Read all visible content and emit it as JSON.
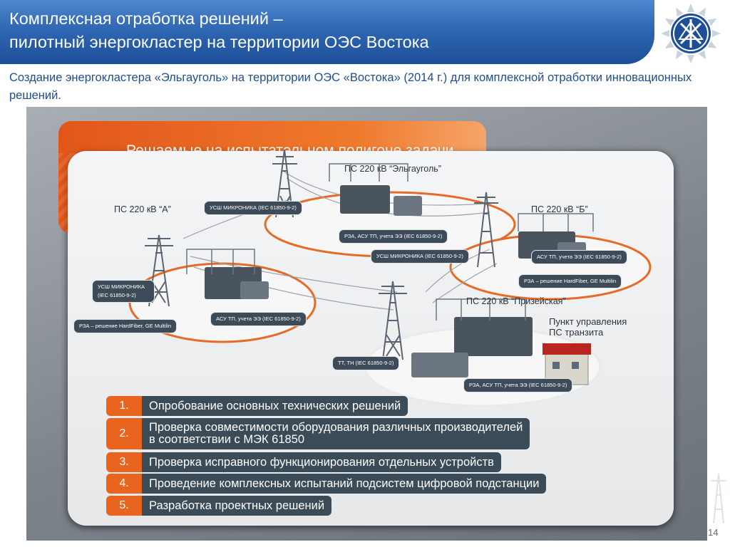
{
  "header": {
    "title_line1": "Комплексная отработка решений –",
    "title_line2": "пилотный энергокластер на территории ОЭС Востока"
  },
  "subtitle": "Создание энергокластера «Эльгауголь» на территории ОЭС «Востока» (2014 г.) для комплексной отработки инновационных решений.",
  "figure": {
    "banner_title": "Решаемые на испытательном полигоне задачи",
    "stations": {
      "elgaugol": "ПС 220 кВ “Эльгауголь”",
      "a": "ПС 220 кВ “А”",
      "b": "ПС 220 кВ “Б”",
      "prizeiskaya": "ПС 220 кВ “Призейская”"
    },
    "control_point": "Пункт управления\nПС транзита",
    "tags": {
      "elg_ussh": "УСШ МИКРОНИКА (IEC 61850-9-2)",
      "elg_rza": "РЗА, АСУ ТП, учета ЭЭ (IEC 61850-9-2)",
      "b_ussh": "УСШ МИКРОНИКА (IEC 61850-9-2)",
      "b_asu": "АСУ ТП, учета ЭЭ (IEC 61850-9-2)",
      "b_rza": "РЗА – решение  HardFiber, GE Multilin",
      "a_ussh": "УСШ МИКРОНИКА (IEC 61850-9-2)",
      "a_rza": "РЗА – решение  HardFiber, GE Multilin",
      "a_asu": "АСУ ТП, учета ЭЭ (IEC 61850-9-2)",
      "p_tt": "ТТ, ТН (IEC 61850-9-2)",
      "p_rza": "РЗА, АСУ ТП, учета ЭЭ (IEC 61850-9-2)"
    },
    "tasks": [
      {
        "num": "1.",
        "text": "Опробование основных технических решений"
      },
      {
        "num": "2.",
        "text": "Проверка совместимости оборудования различных производителей\nв соответствии с МЭК 61850"
      },
      {
        "num": "3.",
        "text": "Проверка исправного функционирования отдельных устройств"
      },
      {
        "num": "4.",
        "text": "Проведение комплексных испытаний подсистем цифровой подстанции"
      },
      {
        "num": "5.",
        "text": "Разработка проектных решений"
      }
    ]
  },
  "page_number": "14",
  "colors": {
    "header_blue": "#2f67b3",
    "accent_orange": "#e9651f",
    "task_dark": "#3b4b58",
    "subtitle_blue": "#1f4e8c"
  },
  "icons": [
    "company-logo-icon"
  ]
}
